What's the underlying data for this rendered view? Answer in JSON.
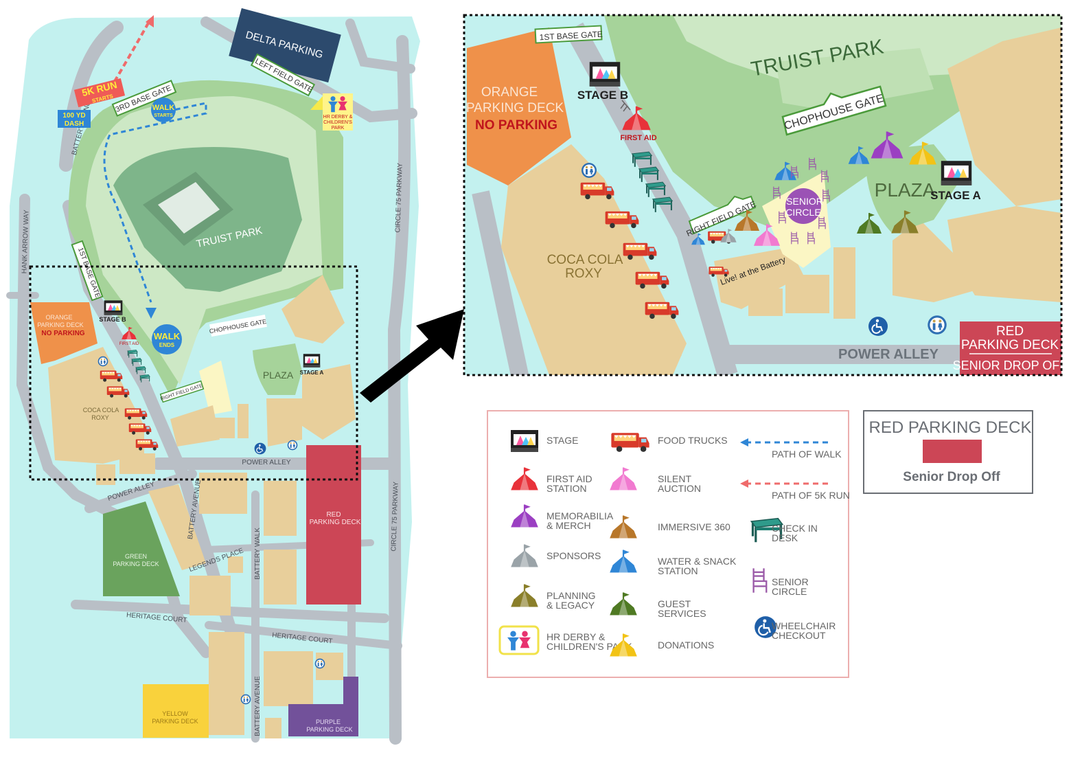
{
  "colors": {
    "water": "#c3f1ef",
    "road": "#b9bfc6",
    "building": "#e8cf9b",
    "park_light": "#cde8c5",
    "park_mid": "#a6d39a",
    "field": "#7eb58a",
    "infield": "#6c9e78",
    "orange_deck": "#ef914a",
    "red_deck": "#cc4656",
    "green_deck": "#6aa35d",
    "yellow_deck": "#f9d23c",
    "purple_deck": "#72519a",
    "delta_parking": "#2c4a6d"
  },
  "overview_map": {
    "labels": {
      "delta_parking": "DELTA PARKING",
      "left_field_gate": "LEFT FIELD GATE",
      "third_base_gate": "3RD BASE GATE",
      "first_base_gate": "1ST BASE GATE",
      "right_field_gate": "RIGHT FIELD GATE",
      "chophouse_gate": "CHOPHOUSE GATE",
      "truist_park": "TRUIST PARK",
      "plaza": "PLAZA",
      "stage_a": "STAGE A",
      "stage_b": "STAGE B",
      "first_aid": "FIRST AID",
      "orange_deck_line1": "ORANGE",
      "orange_deck_line2": "PARKING DECK",
      "no_parking": "NO PARKING",
      "coca_cola_line1": "COCA COLA",
      "coca_cola_line2": "ROXY",
      "power_alley_1": "POWER ALLEY",
      "power_alley_2": "POWER ALLEY",
      "red_deck_line1": "RED",
      "red_deck_line2": "PARKING DECK",
      "green_deck_line1": "GREEN",
      "green_deck_line2": "PARKING DECK",
      "yellow_deck_line1": "YELLOW",
      "yellow_deck_line2": "PARKING DECK",
      "purple_deck_line1": "PURPLE",
      "purple_deck_line2": "PARKING DECK",
      "battery_avenue_1": "BATTERY AVENUE",
      "battery_avenue_2": "BATTERY AVENUE",
      "battery_avenue_3": "BATTERY AVENUE",
      "battery_walk": "BATTERY WALK",
      "legends_place": "LEGENDS PLACE",
      "heritage_court_1": "HERITAGE COURT",
      "heritage_court_2": "HERITAGE COURT",
      "circle_75_1": "CIRCLE 75 PARKWAY",
      "circle_75_2": "CIRCLE 75 PARKWAY",
      "hank_aaron_way": "HANK ARROW WAY",
      "run_5k_line1": "5K RUN",
      "run_5k_line2": "STARTS",
      "dash_line1": "100 YD",
      "dash_line2": "DASH",
      "walk_starts_line1": "WALK",
      "walk_starts_line2": "STARTS",
      "walk_ends_line1": "WALK",
      "walk_ends_line2": "ENDS",
      "hr_derby_line1": "HR DERBY &",
      "hr_derby_line2": "CHILDREN'S",
      "hr_derby_line3": "PARK"
    }
  },
  "inset_map": {
    "labels": {
      "first_base_gate": "1ST BASE GATE",
      "truist_park": "TRUIST PARK",
      "chophouse_gate": "CHOPHOUSE GATE",
      "orange_deck_line1": "ORANGE",
      "orange_deck_line2": "PARKING DECK",
      "no_parking": "NO PARKING",
      "stage_b": "STAGE B",
      "stage_a": "STAGE A",
      "first_aid": "FIRST AID",
      "coca_cola_line1": "COCA COLA",
      "coca_cola_line2": "ROXY",
      "right_field_gate": "RIGHT FIELD GATE",
      "senior_circle_line1": "SENIOR",
      "senior_circle_line2": "CIRCLE",
      "plaza": "PLAZA",
      "live_battery": "Live! at the Battery",
      "power_alley": "POWER ALLEY",
      "red_deck_line1": "RED",
      "red_deck_line2": "PARKING DECK",
      "senior_drop_off": "SENIOR DROP OFF"
    }
  },
  "legend": {
    "col1": [
      {
        "icon": "stage-icon",
        "line1": "STAGE",
        "line2": ""
      },
      {
        "icon": "first-aid-tent-icon",
        "line1": "FIRST AID",
        "line2": "STATION",
        "color": "#e8323a"
      },
      {
        "icon": "memorabilia-tent-icon",
        "line1": "MEMORABILIA",
        "line2": "& MERCH",
        "color": "#9b3fc2"
      },
      {
        "icon": "sponsors-tent-icon",
        "line1": "SPONSORS",
        "line2": "",
        "color": "#9aa3a8"
      },
      {
        "icon": "planning-tent-icon",
        "line1": "PLANNING",
        "line2": "& LEGACY",
        "color": "#8a7f2a"
      },
      {
        "icon": "hr-derby-icon",
        "line1": "HR DERBY &",
        "line2": "CHILDREN'S PARK"
      }
    ],
    "col2": [
      {
        "icon": "food-truck-icon",
        "line1": "FOOD TRUCKS",
        "line2": ""
      },
      {
        "icon": "silent-auction-tent-icon",
        "line1": "SILENT",
        "line2": "AUCTION",
        "color": "#f17ad0"
      },
      {
        "icon": "immersive-tent-icon",
        "line1": "IMMERSIVE 360",
        "line2": "",
        "color": "#b8772a"
      },
      {
        "icon": "water-tent-icon",
        "line1": "WATER & SNACK",
        "line2": "STATION",
        "color": "#2f86d6"
      },
      {
        "icon": "guest-services-tent-icon",
        "line1": "GUEST",
        "line2": "SERVICES",
        "color": "#4f7a23"
      },
      {
        "icon": "donations-tent-icon",
        "line1": "DONATIONS",
        "line2": "",
        "color": "#f2c316"
      }
    ],
    "col3": [
      {
        "icon": "walk-path-icon",
        "line1": "PATH OF WALK",
        "line2": ""
      },
      {
        "icon": "run-path-icon",
        "line1": "PATH OF 5K RUN",
        "line2": ""
      },
      {
        "icon": "check-in-desk-icon",
        "line1": "CHECK IN",
        "line2": "DESK"
      },
      {
        "icon": "senior-circle-chair-icon",
        "line1": "SENIOR",
        "line2": "CIRCLE"
      },
      {
        "icon": "wheelchair-icon",
        "line1": "WHEELCHAIR",
        "line2": "CHECKOUT"
      }
    ]
  },
  "red_deck_key": {
    "title": "RED PARKING DECK",
    "subtitle": "Senior Drop Off"
  }
}
